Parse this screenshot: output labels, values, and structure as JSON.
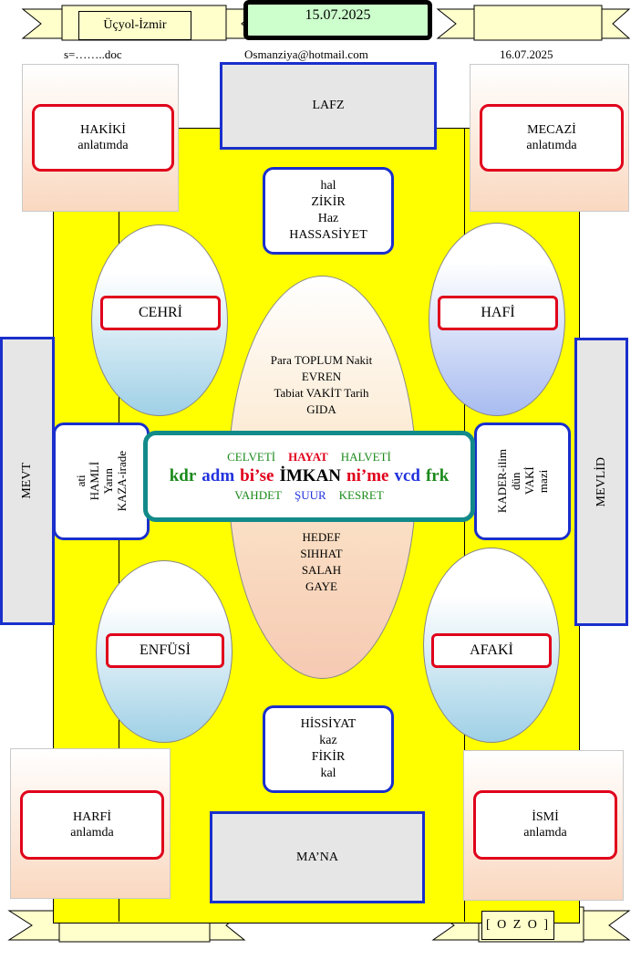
{
  "header": {
    "left_banner": "Üçyol-İzmir",
    "date_box": "15.07.2025",
    "file_name": "s=……..doc",
    "email": "Osmanziya@hotmail.com",
    "right_date": "16.07.2025"
  },
  "corners": {
    "top_left": {
      "title": "HAKİKİ",
      "sub": "anlatımda"
    },
    "top_right": {
      "title": "MECAZİ",
      "sub": "anlatımda"
    },
    "bottom_left": {
      "title": "HARFİ",
      "sub": "anlamda"
    },
    "bottom_right": {
      "title": "İSMİ",
      "sub": "anlamda"
    }
  },
  "top_box": "LAFZ",
  "bottom_box": "MA’NA",
  "top_mid_box": [
    "hal",
    "ZİKİR",
    "Haz",
    "HASSASİYET"
  ],
  "bottom_mid_box": [
    "HİSSİYAT",
    "kaz",
    "FİKİR",
    "kal"
  ],
  "ovals": {
    "upper_left": "CEHRİ",
    "upper_right": "HAFİ",
    "lower_left": "ENFÜSİ",
    "lower_right": "AFAKİ"
  },
  "center_oval_top": [
    "Para TOPLUM Nakit",
    "EVREN",
    "Tabiat VAKİT Tarih",
    "GIDA"
  ],
  "center_oval_bottom": [
    "HEDEF",
    "SIHHAT",
    "SALAH",
    "GAYE"
  ],
  "side_left": "MEVT",
  "side_right": "MEVLİD",
  "left_inner": [
    "ati",
    "HAMLİ",
    "Yarın",
    "KAZA-irade"
  ],
  "right_inner": [
    "KADER-ilim",
    "dün",
    "VAKİ",
    "mazi"
  ],
  "main": {
    "row1": [
      "CELVETİ",
      "HAYAT",
      "HALVETİ"
    ],
    "row2": [
      "kdr",
      "adm",
      "bi’se",
      "İMKAN",
      "ni’me",
      "vcd",
      "frk"
    ],
    "row3": [
      "VAHDET",
      "ŞUUR",
      "KESRET"
    ]
  },
  "footer": {
    "right_banner": "[ O Z O ]"
  },
  "colors": {
    "board": "#ffff00",
    "red": "#e0001b",
    "blue": "#1a2fcc",
    "teal": "#138a8a",
    "green": "#1b8a1b",
    "banner": "#ffffcc"
  }
}
